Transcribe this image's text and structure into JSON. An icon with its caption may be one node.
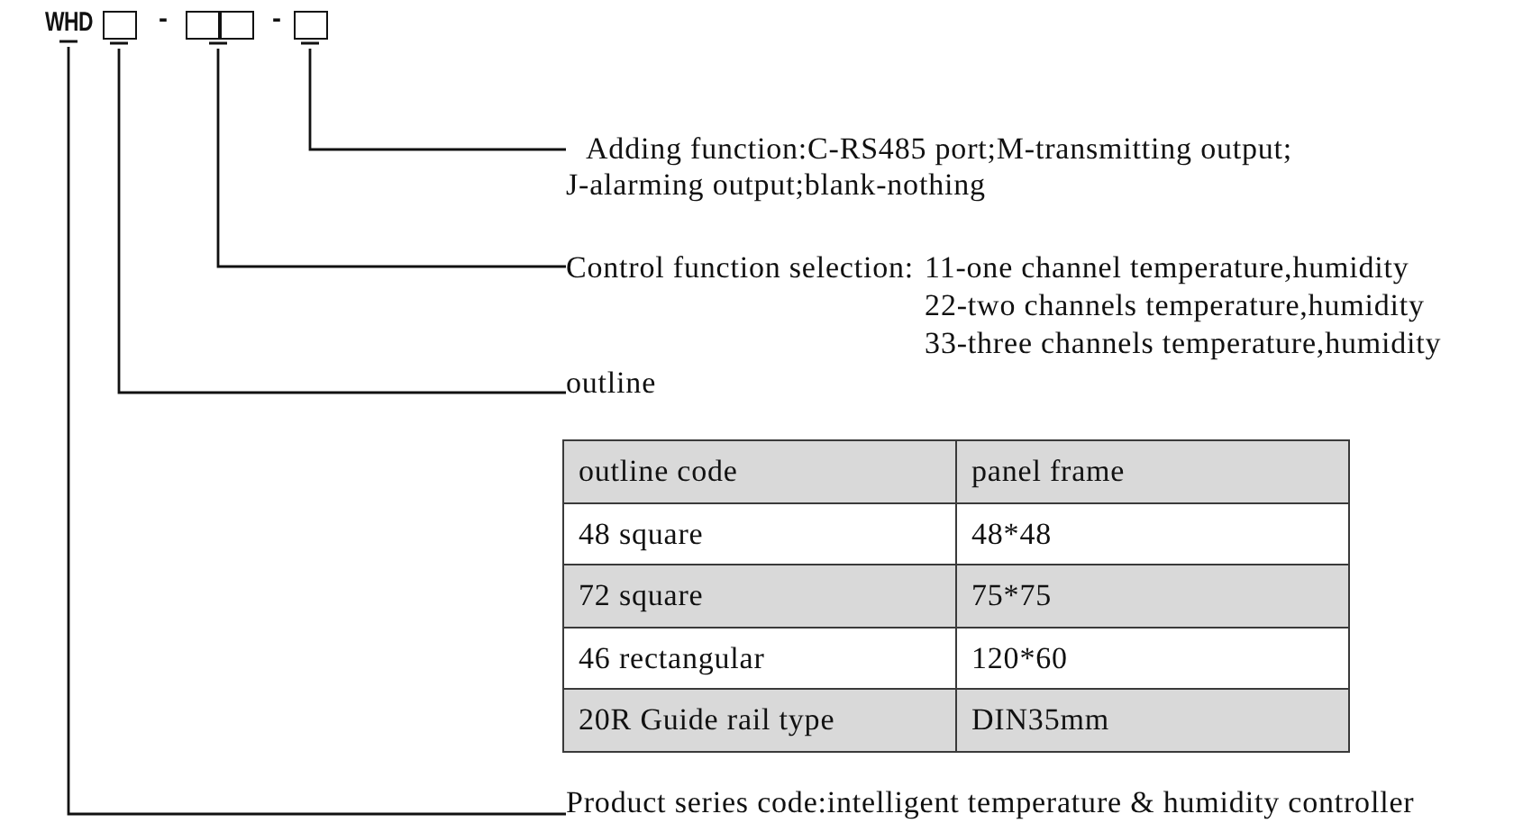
{
  "diagram": {
    "nodes": [
      {
        "text": [
          "WHD"
        ]
      },
      {
        "text": [],
        "shape": "box"
      },
      {
        "text": [],
        "shape": "box"
      },
      {
        "text": [],
        "shape": "box"
      },
      {
        "text": [
          "Adding function:C-RS485 port;M-transmitting output; J-alarming output;blank-nothing"
        ]
      },
      {
        "text": [
          "Control function selection:",
          "11-one channel temperature,humidity",
          "22-two channels temperature,humidity",
          "33-three channels temperature,humidity"
        ]
      },
      {
        "text": [
          "outline"
        ]
      },
      {
        "text": [
          "Product series code:intelligent temperature & humidity controller"
        ]
      }
    ],
    "edges": [
      {
        "from": 4,
        "to": 3,
        "arrow": "none"
      },
      {
        "from": 5,
        "to": 2,
        "arrow": "none"
      },
      {
        "from": 6,
        "to": 1,
        "arrow": "none"
      },
      {
        "from": 7,
        "to": 0,
        "arrow": "none"
      }
    ],
    "labels": [
      "-",
      "-",
      "outline code",
      "panel frame",
      "48 square",
      "48*48",
      "72 square",
      "75*75",
      "46 rectangular",
      "120*60",
      "20R Guide rail type",
      "DIN35mm"
    ]
  }
}
